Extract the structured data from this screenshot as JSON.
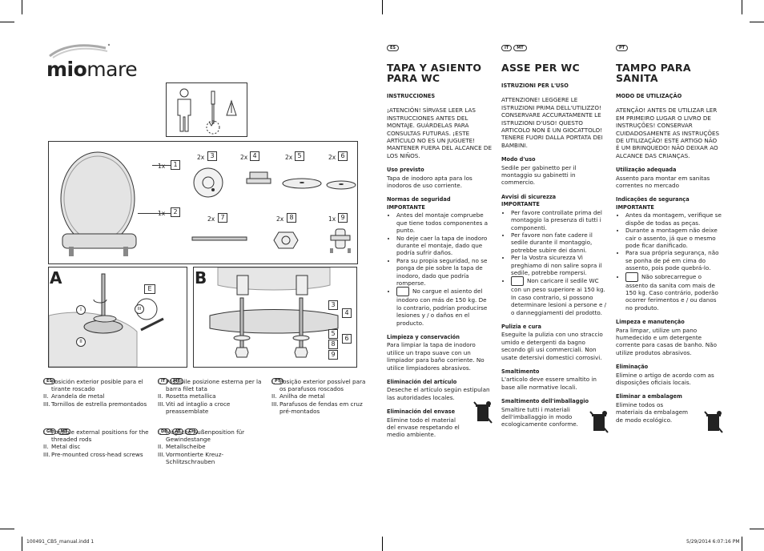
{
  "brand": {
    "logo_bold": "mio",
    "logo_light": "mare"
  },
  "parts": [
    {
      "qty": "1x",
      "num": "1"
    },
    {
      "qty": "1x",
      "num": "2"
    },
    {
      "qty": "2x",
      "num": "3"
    },
    {
      "qty": "2x",
      "num": "4"
    },
    {
      "qty": "2x",
      "num": "5"
    },
    {
      "qty": "2x",
      "num": "6"
    },
    {
      "qty": "2x",
      "num": "7"
    },
    {
      "qty": "2x",
      "num": "8"
    },
    {
      "qty": "1x",
      "num": "9"
    }
  ],
  "diagram": {
    "label_a": "A",
    "label_b": "B",
    "label_e": "E",
    "roman_1": "I",
    "roman_2": "II",
    "roman_3": "III",
    "b_numbers": [
      "3",
      "4",
      "5",
      "6",
      "8",
      "9"
    ]
  },
  "legends": {
    "es": {
      "flags": [
        "ES"
      ],
      "items": [
        {
          "n": "I.",
          "t": "Posición exterior posible para el tirante roscado"
        },
        {
          "n": "II.",
          "t": "Arandela de metal"
        },
        {
          "n": "III.",
          "t": "Tornillos de estrella premontados"
        }
      ]
    },
    "it": {
      "flags": [
        "IT",
        "MT"
      ],
      "items": [
        {
          "n": "I.",
          "t": "Possibile posizione esterna per la barra filet tata"
        },
        {
          "n": "II.",
          "t": "Rosetta metallica"
        },
        {
          "n": "III.",
          "t": "Viti ad intaglio a croce preassemblate"
        }
      ]
    },
    "pt": {
      "flags": [
        "PT"
      ],
      "items": [
        {
          "n": "I.",
          "t": "Posição exterior possível para os parafusos roscados"
        },
        {
          "n": "II.",
          "t": "Anilha de metal"
        },
        {
          "n": "III.",
          "t": "Parafusos de fendas em cruz pré-montados"
        }
      ]
    },
    "gb": {
      "flags": [
        "GB",
        "MT"
      ],
      "items": [
        {
          "n": "I.",
          "t": "Possible external positions for the threaded rods"
        },
        {
          "n": "II.",
          "t": "Metal disc"
        },
        {
          "n": "III.",
          "t": "Pre-mounted cross-head screws"
        }
      ]
    },
    "de": {
      "flags": [
        "DE",
        "AT",
        "CH"
      ],
      "items": [
        {
          "n": "I.",
          "t": "Mögliche Außenposition für Gewindestange"
        },
        {
          "n": "II.",
          "t": "Metallscheibe"
        },
        {
          "n": "III.",
          "t": "Vormontierte Kreuz-Schlitzschrauben"
        }
      ]
    }
  },
  "es": {
    "flag": "ES",
    "title": "TAPA Y ASIENTO PARA WC",
    "subtitle": "INSTRUCCIONES",
    "warning": "¡ATENCIÓN! SÍRVASE LEER LAS INSTRUCCIONES ANTES DEL MONTAJE. GUÁRDELAS PARA CONSULTAS FUTURAS. ¡ESTE ARTÍCULO NO ES UN JUGUETE! MANTENER FUERA DEL ALCANCE DE LOS NIÑOS.",
    "use_h": "Uso previsto",
    "use_t": "Tapa de inodoro apta para los inodoros de uso corriente.",
    "safety_h": "Normas de seguridad",
    "safety_h2": "IMPORTANTE",
    "safety": [
      "Antes del montaje compruebe que tiene todos componentes a punto.",
      "No deje caer la tapa de inodoro durante el montaje, dado que podría sufrir daños.",
      "Para su propia seguridad, no se ponga de pie sobre la tapa de inodoro, dado que podría romperse."
    ],
    "load": "No cargue el asiento del inodoro con más de 150 kg. De lo contrario, podrían producirse lesiones y / o daños en el producto.",
    "clean_h": "Limpieza y conservación",
    "clean_t": "Para limpiar la tapa de inodoro utilice un trapo suave con un limpiador para baño corriente. No utilice limpiadores abrasivos.",
    "dispose_h": "Eliminación del artículo",
    "dispose_t": "Deseche el artículo según estipulan las autoridades locales.",
    "pack_h": "Eliminación del envase",
    "pack_t": "Elimine todo el material del envase respetando el medio ambiente."
  },
  "it": {
    "flags": [
      "IT",
      "MT"
    ],
    "title": "ASSE PER WC",
    "subtitle": "ISTRUZIONI PER L'USO",
    "warning": "ATTENZIONE! LEGGERE LE ISTRUZIONI PRIMA DELL'UTILIZZO! CONSERVARE ACCURATAMENTE LE ISTRUZIONI D'USO! QUESTO ARTICOLO NON È UN GIOCATTOLO! TENERE FUORI DALLA PORTATA DEI BAMBINI.",
    "use_h": "Modo d'uso",
    "use_t": "Sedile per gabinetto per il montaggio su gabinetti in commercio.",
    "safety_h": "Avvisi di sicurezza",
    "safety_h2": "IMPORTANTE",
    "safety": [
      "Per favore controllate prima del montaggio la presenza di tutti i componenti.",
      "Per favore non fate cadere il sedile durante il montaggio, potrebbe subire dei danni.",
      "Per la Vostra sicurezza Vi preghiamo di non salire sopra il sedile, potrebbe rompersi."
    ],
    "load": "Non caricare il sedile WC con un peso superiore ai 150 kg. In caso contrario, si possono determinare lesioni a persone e / o danneggiamenti del prodotto.",
    "clean_h": "Pulizia e cura",
    "clean_t": "Eseguite la pulizia con uno straccio umido e detergenti da bagno secondo gli usi commerciali. Non usate detersivi domestici corrosivi.",
    "dispose_h": "Smaltimento",
    "dispose_t": "L'articolo deve essere smaltito in base alle normative locali.",
    "pack_h": "Smaltimento dell'imballaggio",
    "pack_t": "Smaltire tutti i materiali dell'imballaggio in modo ecologicamente conforme."
  },
  "pt": {
    "flag": "PT",
    "title": "TAMPO PARA SANITA",
    "subtitle": "MODO DE UTILIZAÇÃO",
    "warning": "ATENÇÃO! ANTES DE UTILIZAR LER EM PRIMEIRO LUGAR O LIVRO DE INSTRUÇÕES! CONSERVAR CUIDADOSAMENTE AS INSTRUÇÕES DE UTILIZAÇÃO! ESTE ARTIGO NÃO É UM BRINQUEDO! NÃO DEIXAR AO ALCANCE DAS CRIANÇAS.",
    "use_h": "Utilização adequada",
    "use_t": "Assento para montar em sanitas correntes no mercado",
    "safety_h": "Indicações de segurança",
    "safety_h2": "IMPORTANTE",
    "safety": [
      "Antes da montagem, verifique se dispõe de todas as peças.",
      "Durante a montagem não deixe cair o assento, já que o mesmo pode ficar danificado.",
      "Para sua própria segurança, não se ponha de pé em cima do assento, pois pode quebrá-lo."
    ],
    "load": "Não sobrecarregue o assento da sanita com mais de 150 kg. Caso contrário, poderão ocorrer ferimentos e / ou danos no produto.",
    "clean_h": "Limpeza e manutenção",
    "clean_t": "Para limpar, utilize um pano humedecido e um detergente corrente para casas de banho. Não utilize produtos abrasivos.",
    "dispose_h": "Eliminação",
    "dispose_t": "Elimine o artigo de acordo com as disposições oficiais locais.",
    "pack_h": "Eliminar a embalagem",
    "pack_t": "Elimine todos os materiais da embalagem de modo ecológico."
  },
  "footer": {
    "file": "100491_CB5_manual.indd   1",
    "date": "5/29/2014   6:07:16 PM"
  }
}
